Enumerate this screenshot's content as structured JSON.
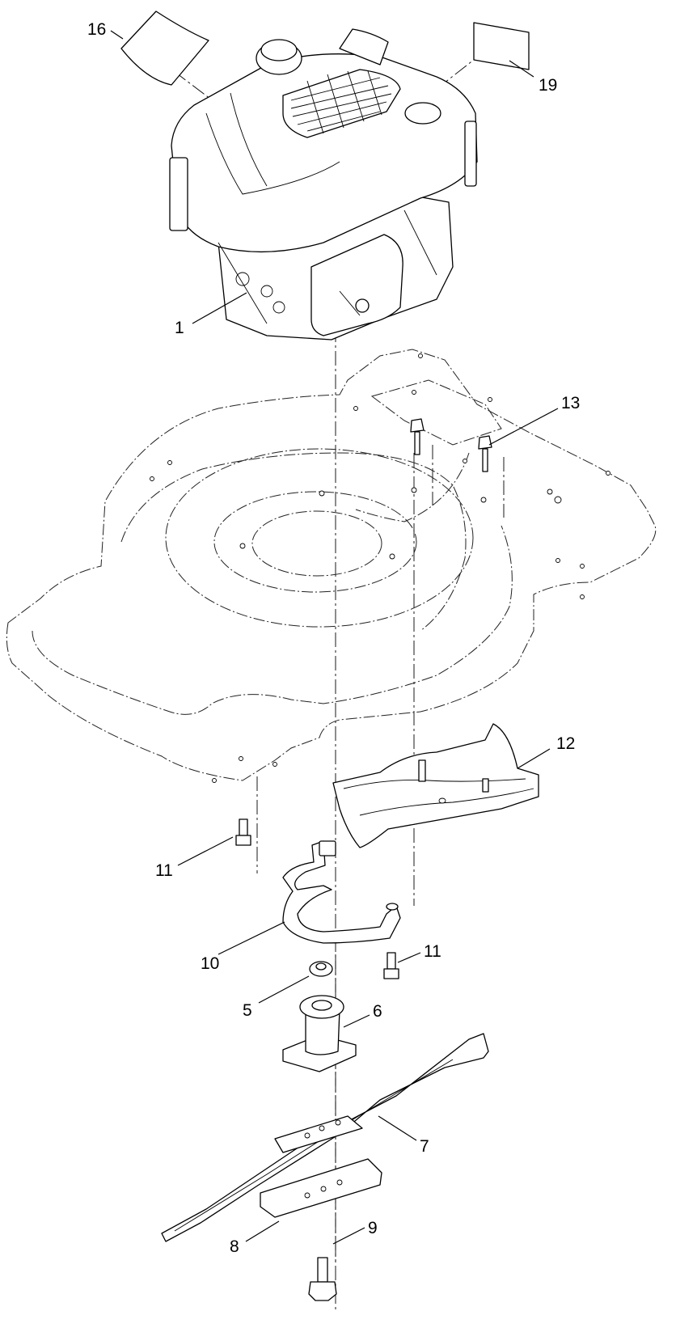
{
  "callouts": {
    "c16": "16",
    "c19": "19",
    "c1": "1",
    "c13": "13",
    "c12": "12",
    "c11a": "11",
    "c10": "10",
    "c11b": "11",
    "c5": "5",
    "c6": "6",
    "c7": "7",
    "c8": "8",
    "c9": "9"
  }
}
